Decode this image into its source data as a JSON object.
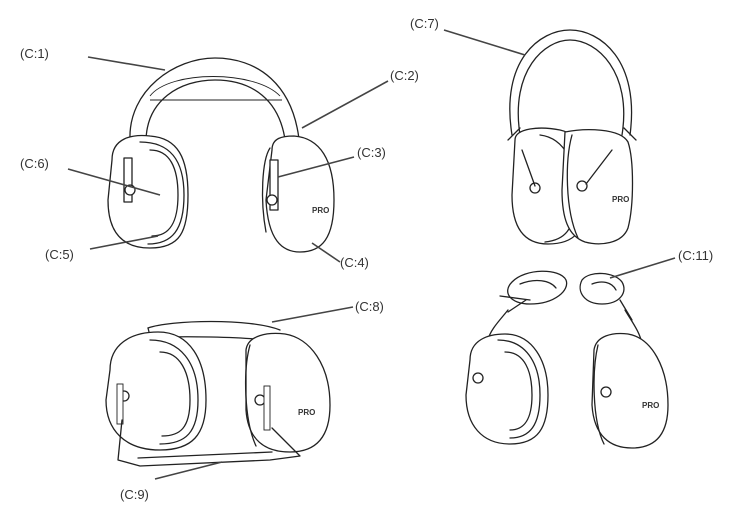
{
  "diagram": {
    "callouts": [
      {
        "id": "c1",
        "label": "(C:1)"
      },
      {
        "id": "c2",
        "label": "(C:2)"
      },
      {
        "id": "c3",
        "label": "(C:3)"
      },
      {
        "id": "c4",
        "label": "(C:4)"
      },
      {
        "id": "c5",
        "label": "(C:5)"
      },
      {
        "id": "c6",
        "label": "(C:6)"
      },
      {
        "id": "c7",
        "label": "(C:7)"
      },
      {
        "id": "c8",
        "label": "(C:8)"
      },
      {
        "id": "c9",
        "label": "(C:9)"
      },
      {
        "id": "c11",
        "label": "(C:11)"
      }
    ],
    "cup_logo": "PRO"
  }
}
